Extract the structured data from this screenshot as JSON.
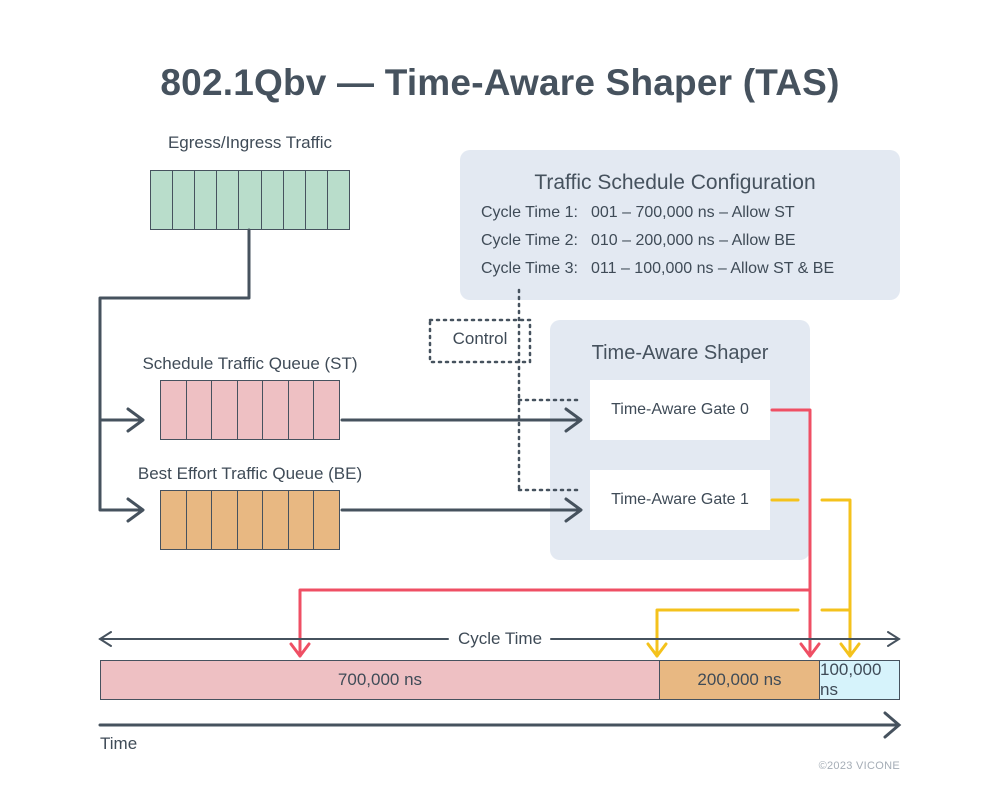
{
  "title": "802.1Qbv — Time-Aware Shaper (TAS)",
  "traffic_source": {
    "label": "Egress/Ingress Traffic",
    "color": "#b9ddcb",
    "cells": 9
  },
  "queues": [
    {
      "id": "st",
      "label": "Schedule Traffic Queue (ST)",
      "color": "#eec0c3",
      "cells": 7
    },
    {
      "id": "be",
      "label": "Best Effort Traffic Queue (BE)",
      "color": "#e8b882",
      "cells": 7
    }
  ],
  "config": {
    "title": "Traffic Schedule Configuration",
    "rows": [
      {
        "name": "Cycle Time 1:",
        "value": "001 – 700,000 ns – Allow ST"
      },
      {
        "name": "Cycle Time 2:",
        "value": "010 – 200,000 ns – Allow BE"
      },
      {
        "name": "Cycle Time 3:",
        "value": "011 – 100,000 ns – Allow ST & BE"
      }
    ]
  },
  "control_label": "Control",
  "shaper": {
    "title": "Time-Aware Shaper",
    "gates": [
      {
        "label": "Time-Aware Gate 0"
      },
      {
        "label": "Time-Aware Gate 1"
      }
    ]
  },
  "cycle_label": "Cycle Time",
  "segments": [
    {
      "label": "700,000 ns",
      "duration_ns": 700000,
      "color": "#eec0c3"
    },
    {
      "label": "200,000 ns",
      "duration_ns": 200000,
      "color": "#e8b882"
    },
    {
      "label": "100,000 ns",
      "duration_ns": 100000,
      "color": "#d6f3fb"
    }
  ],
  "time_label": "Time",
  "copyright": "©2023 VICONE",
  "colors": {
    "st_line": "#ef4f64",
    "be_line": "#f4c21c",
    "line": "#46525e",
    "panel": "#e3e9f2"
  }
}
